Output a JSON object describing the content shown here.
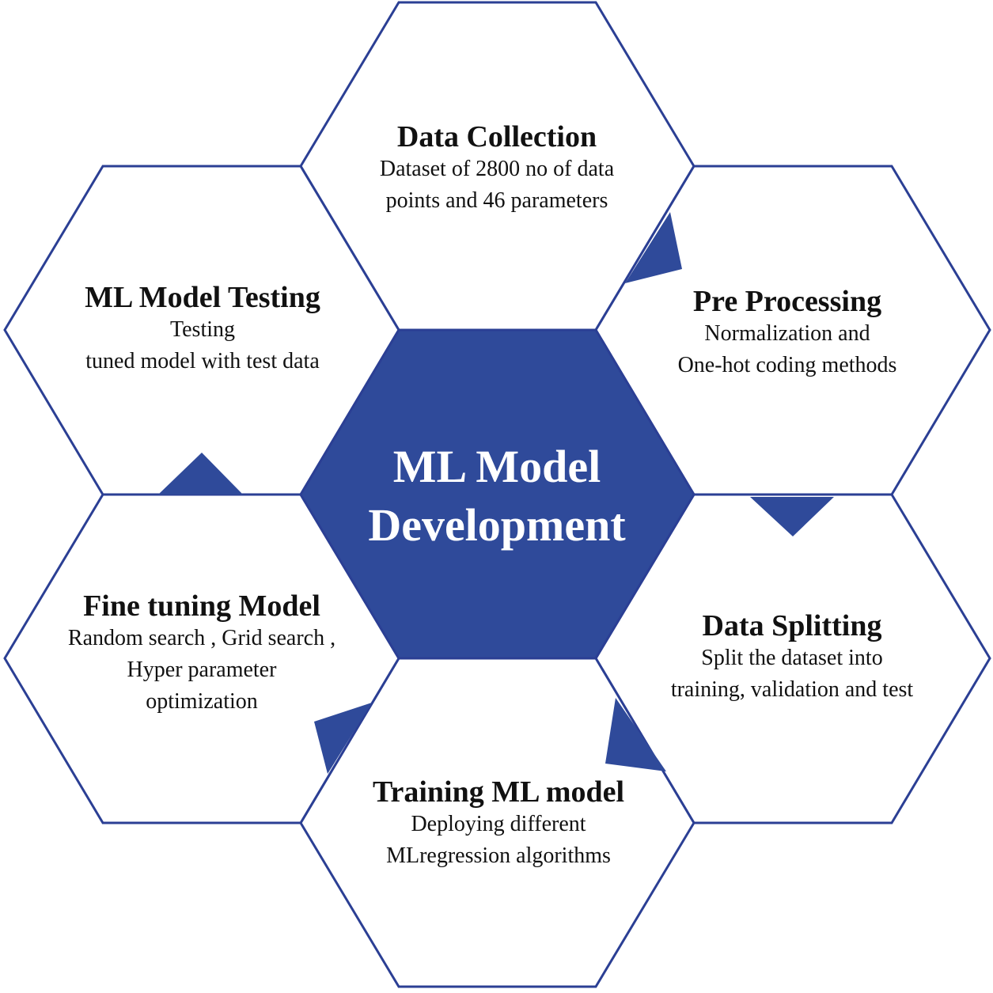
{
  "colors": {
    "accent": "#2f4a9a",
    "outline": "#2b3f94",
    "text": "#111111",
    "center_text": "#ffffff"
  },
  "center": {
    "line1": "ML Model",
    "line2": "Development"
  },
  "cells": {
    "data_collection": {
      "title": "Data Collection",
      "lines": [
        "Dataset of 2800 no of data",
        "points and 46 parameters"
      ]
    },
    "pre_processing": {
      "title": "Pre Processing",
      "lines": [
        "Normalization and",
        "One-hot coding methods"
      ]
    },
    "data_splitting": {
      "title": "Data Splitting",
      "lines": [
        "Split the dataset into",
        "training, validation and test"
      ]
    },
    "training": {
      "title": "Training ML model",
      "lines": [
        "Deploying different",
        "MLregression algorithms"
      ]
    },
    "fine_tuning": {
      "title": "Fine tuning Model",
      "lines": [
        "Random search , Grid search ,",
        "Hyper parameter",
        "optimization"
      ]
    },
    "testing": {
      "title": "ML Model Testing",
      "lines": [
        "Testing",
        "tuned model with test data"
      ]
    }
  }
}
